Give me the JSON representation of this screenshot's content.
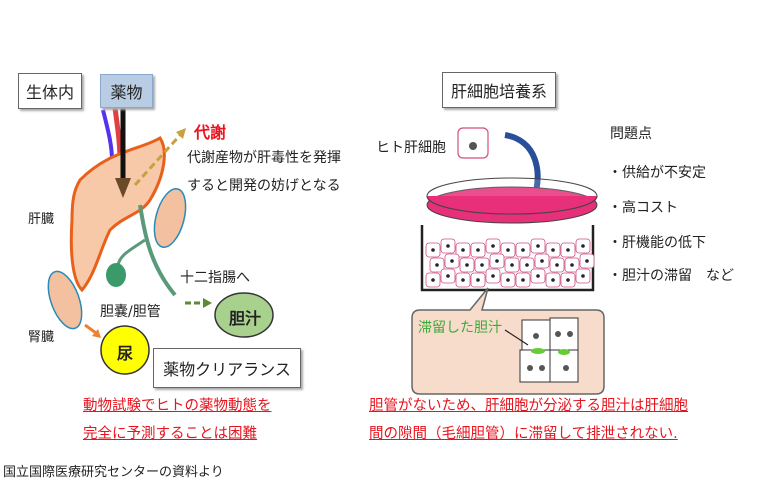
{
  "left": {
    "in_vivo_label": "生体内",
    "drug_label": "薬物",
    "metabolism_label": "代謝",
    "metabolism_note": [
      "代謝産物が肝毒性を発揮",
      "すると開発の妨げとなる"
    ],
    "liver_label": "肝臓",
    "kidney_label": "腎臓",
    "duodenum_label": "十二指腸へ",
    "gallbladder_label": "胆嚢/胆管",
    "bile_label": "胆汁",
    "urine_label": "尿",
    "clearance_label": "薬物クリアランス",
    "conclusion": [
      "動物試験でヒトの薬物動態を",
      "完全に予測することは困難"
    ]
  },
  "right": {
    "culture_label": "肝細胞培養系",
    "human_hepatocyte_label": "ヒト肝細胞",
    "problems_title": "問題点",
    "problems": [
      "・供給が不安定",
      "・高コスト",
      "・肝機能の低下",
      "・胆汁の滞留　など"
    ],
    "retained_bile_label": "滞留した胆汁",
    "conclusion": [
      "胆管がないため、肝細胞が分泌する胆汁は肝細胞",
      "間の隙間（毛細胆管）に滞留して排泄されない."
    ]
  },
  "footer": {
    "source": "国立国際医療研究センターの資料より"
  },
  "colors": {
    "liver_outline": "#e8601c",
    "liver_fill": "#f8c9a8",
    "dish": "#e8307a",
    "bile": "#a9d18e",
    "urine": "#ffff00",
    "warning": "#e8141e"
  }
}
